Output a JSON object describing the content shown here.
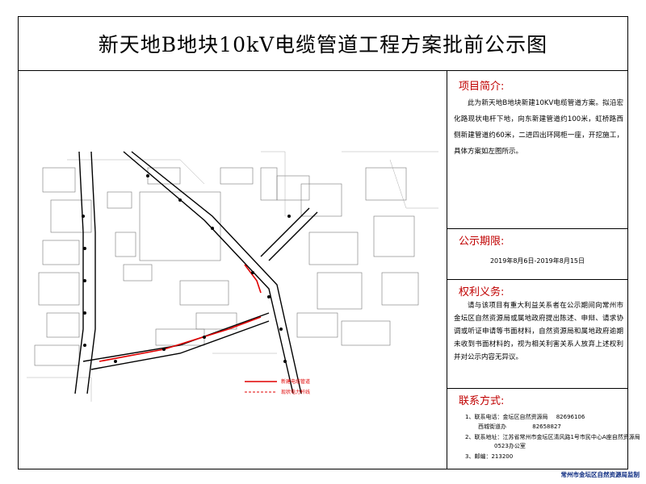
{
  "title": "新天地B地块10kV电缆管道工程方案批前公示图",
  "project": {
    "heading": "项目简介:",
    "body": "此为新天地B地块新建10KV电缆管道方案。拟沿宏化路现状电杆下地，向东新建管道约100米，虹桥路西侧新建管道约60米，二进四出环网柜一座，开挖施工，具体方案如左图所示。"
  },
  "period": {
    "heading": "公示期限:",
    "value": "2019年8月6日-2019年8月15日"
  },
  "rights": {
    "heading": "权利义务:",
    "body": "请与该项目有重大利益关系者在公示期间向常州市金坛区自然资源局或属地政府提出陈述、申辩、请求协调或听证申请等书面材料，自然资源局和属地政府逾期未收到书面材料的，视为相关利害关系人放弃上述权利并对公示内容无异议。"
  },
  "contact": {
    "heading": "联系方式:",
    "rows": [
      {
        "label": "1、联系电话：金坛区自然资源局",
        "value": "82696106"
      },
      {
        "label": "西城街道办",
        "value": "82658827"
      },
      {
        "label": "2、联系地址：江苏省常州市金坛区清风路1号市民中心A座自然资源局",
        "value": ""
      },
      {
        "label": "0523办公室",
        "value": ""
      },
      {
        "label": "3、邮编：213200",
        "value": ""
      }
    ]
  },
  "footer": "常州市金坛区自然资源局监制",
  "map": {
    "legend": [
      {
        "label": "新建电缆管道",
        "color": "#e00000"
      },
      {
        "label": "现状电力杆线",
        "color": "#e00000"
      }
    ],
    "colors": {
      "road": "#000000",
      "new_cable": "#e00000",
      "building": "#666666"
    }
  }
}
